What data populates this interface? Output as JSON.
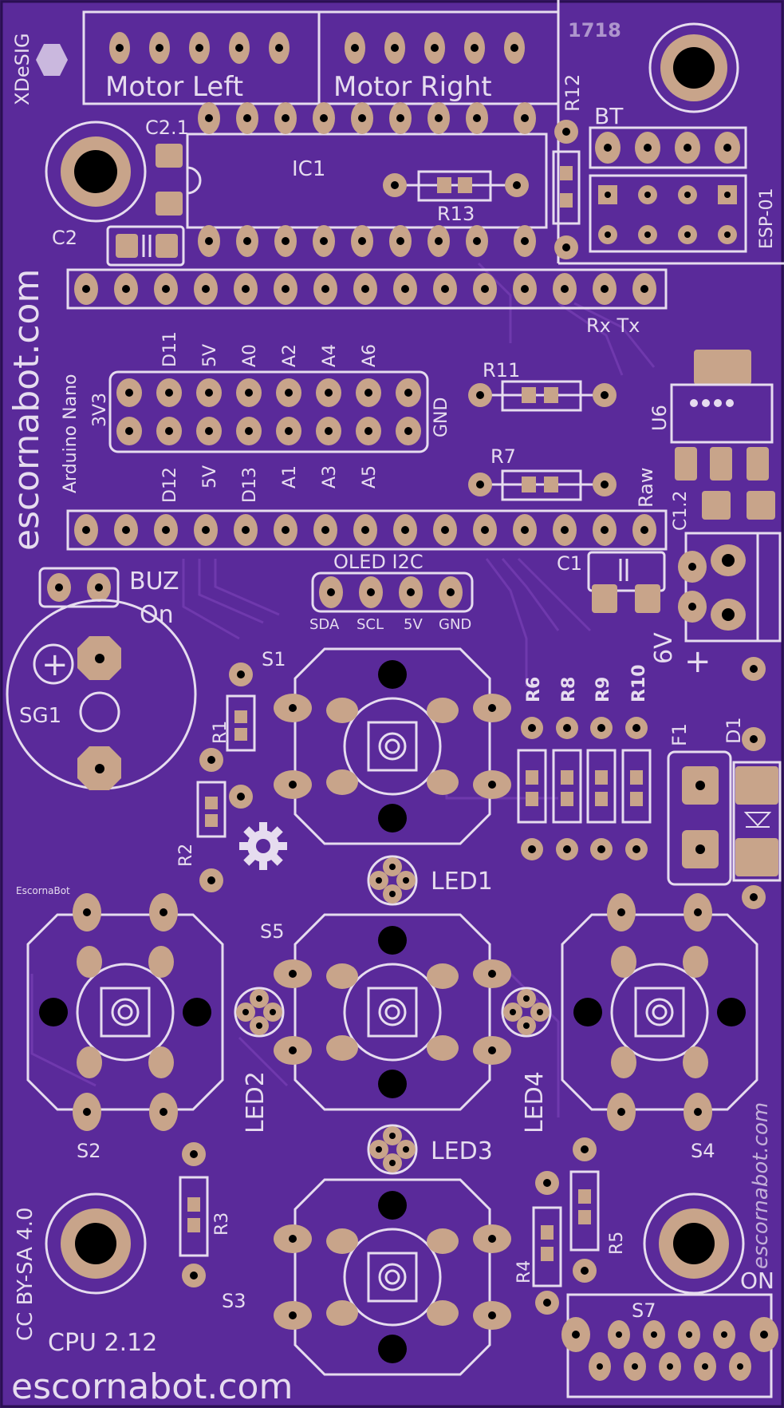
{
  "board": {
    "background": "#5a2a9a",
    "substrate": "#3d1b6e",
    "silkscreen": "#e6dcef",
    "copper": "#c8a48a",
    "footer_text": "escornabot.com"
  },
  "labels": {
    "xdesig": "XDeSIG",
    "motor_left": "Motor Left",
    "motor_right": "Motor Right",
    "year": "1718",
    "c21": "C2.1",
    "ic1": "IC1",
    "r13": "R13",
    "r12": "R12",
    "bt": "BT",
    "esp01": "ESP-01",
    "c2": "C2",
    "site_vertical": "escornabot.com",
    "rx_tx": "Rx Tx",
    "arduino_nano": "Arduino Nano",
    "d11": "D11",
    "v5_top": "5V",
    "a0": "A0",
    "a2": "A2",
    "a4": "A4",
    "a6": "A6",
    "v33": "3V3",
    "gnd_header": "GND",
    "d12": "D12",
    "v5_bottom": "5V",
    "d13": "D13",
    "a1": "A1",
    "a3": "A3",
    "a5": "A5",
    "r11": "R11",
    "r7": "R7",
    "u6": "U6",
    "raw": "Raw",
    "c12": "C1.2",
    "c1": "C1",
    "buz": "BUZ",
    "on_buz": "On",
    "oled_i2c": "OLED I2C",
    "sda": "SDA",
    "scl": "SCL",
    "v5_oled": "5V",
    "gnd_oled": "GND",
    "v6": "6V",
    "plus": "+",
    "sg1": "SG1",
    "s1": "S1",
    "r1": "R1",
    "r2": "R2",
    "r6": "R6",
    "r8": "R8",
    "r9": "R9",
    "r10": "R10",
    "f1": "F1",
    "d1": "D1",
    "led1": "LED1",
    "escornabot_small": "EscornaBot",
    "s5": "S5",
    "s2": "S2",
    "led2": "LED2",
    "led4": "LED4",
    "s4": "S4",
    "led3": "LED3",
    "r3": "R3",
    "r4": "R4",
    "r5": "R5",
    "s3": "S3",
    "license": "CC BY-SA 4.0",
    "cpu": "CPU 2.12",
    "on_switch": "ON",
    "s7": "S7",
    "site_right": "escornabot.com"
  }
}
